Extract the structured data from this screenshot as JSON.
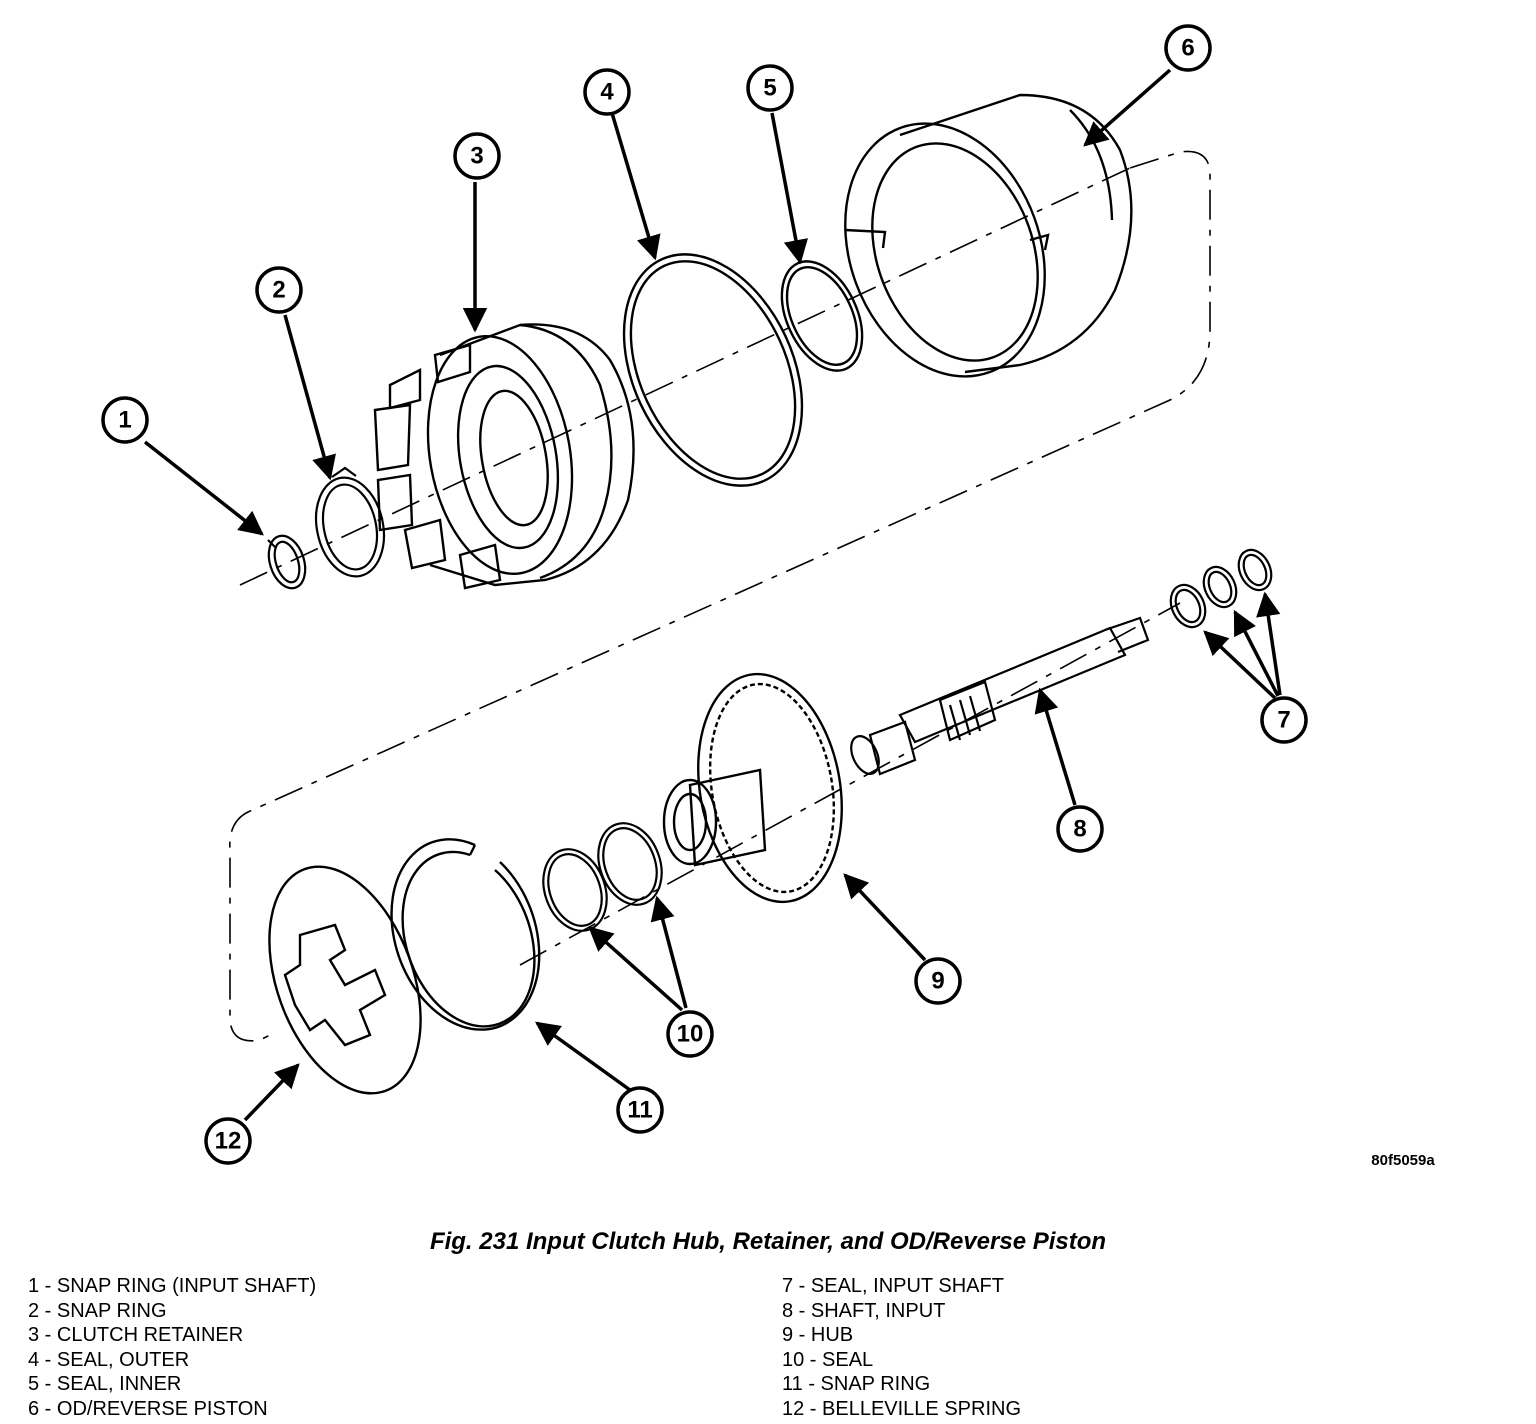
{
  "figure": {
    "code": "80f5059a",
    "caption": "Fig. 231 Input Clutch Hub, Retainer, and OD/Reverse Piston"
  },
  "callouts": [
    "1",
    "2",
    "3",
    "4",
    "5",
    "6",
    "7",
    "8",
    "9",
    "10",
    "11",
    "12"
  ],
  "legend": {
    "left": [
      "1 - SNAP RING (INPUT SHAFT)",
      "2 - SNAP RING",
      "3 - CLUTCH RETAINER",
      "4 - SEAL, OUTER",
      "5 - SEAL, INNER",
      "6 - OD/REVERSE PISTON"
    ],
    "right": [
      "7 - SEAL, INPUT SHAFT",
      "8 - SHAFT, INPUT",
      "9 - HUB",
      "10 - SEAL",
      "11 - SNAP RING",
      "12 - BELLEVILLE SPRING"
    ]
  }
}
